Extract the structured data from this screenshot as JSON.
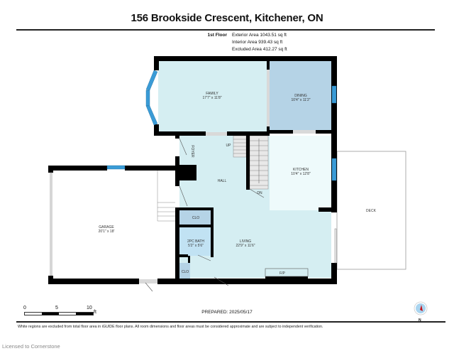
{
  "header": {
    "title": "156 Brookside Crescent, Kitchener, ON"
  },
  "floor_summary": {
    "floor_label": "1st Floor",
    "exterior_area": "Exterior Area 1043.51 sq ft",
    "interior_area": "Interior Area 939.43 sq ft",
    "excluded_area": "Excluded Area 412.27 sq ft"
  },
  "rooms": {
    "family": {
      "name": "FAMILY",
      "dims": "17'7\" x 11'8\"",
      "color": "#d5eef2"
    },
    "dining": {
      "name": "DINING",
      "dims": "10'4\" x 11'2\"",
      "color": "#b5d3e6"
    },
    "kitchen": {
      "name": "KITCHEN",
      "dims": "10'4\" x 12'8\"",
      "color": "#eefafb"
    },
    "hall": {
      "name": "HALL",
      "color": "#d5eef2"
    },
    "foyer": {
      "name": "FOYER"
    },
    "living": {
      "name": "LIVING",
      "dims": "22'9\" x 11'6\"",
      "color": "#d5eef2"
    },
    "bath": {
      "name": "2PC BATH",
      "dims": "5'2\" x 5'6\"",
      "color": "#c1e2f3"
    },
    "clo_top": {
      "name": "CLO",
      "color": "#b5d3e6"
    },
    "clo_bottom": {
      "name": "CLO",
      "color": "#b5d3e6"
    },
    "garage": {
      "name": "GARAGE",
      "dims": "20'1\" x 18'",
      "color": "#ffffff"
    },
    "deck": {
      "name": "DECK"
    },
    "fireplace": {
      "name": "F/P"
    },
    "stairs_up": "UP",
    "stairs_down": "DN"
  },
  "scale": {
    "ticks": [
      "0",
      "5",
      "10"
    ],
    "unit": "ft"
  },
  "footer": {
    "prepared": "PREPARED: 2025/05/17",
    "disclaimer": "White regions are excluded from total floor area in iGUIDE floor plans. All room dimensions and floor areas must be considered approximate and are subject to independent verification.",
    "license": "Licensed to Cornerstone",
    "compass_label": "N"
  },
  "colors": {
    "wall": "#000000",
    "window": "#3a9bd6",
    "door_opening": "#d9d9d9"
  }
}
